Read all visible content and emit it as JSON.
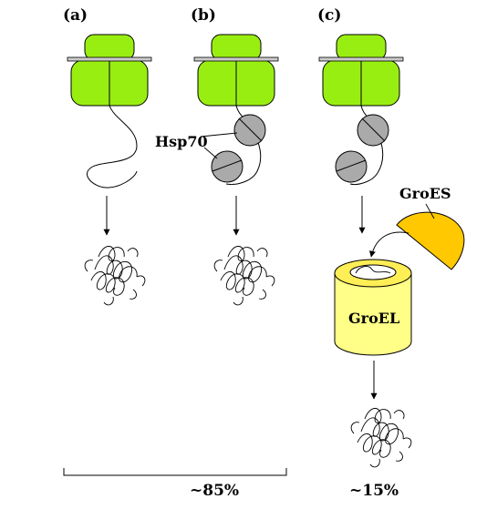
{
  "panels": {
    "a": {
      "label": "(a)"
    },
    "b": {
      "label": "(b)"
    },
    "c": {
      "label": "(c)"
    }
  },
  "labels": {
    "hsp70": "Hsp70",
    "groes": "GroES",
    "groel": "GroEL"
  },
  "percentages": {
    "ribosome_alone_and_hsp70": "~85%",
    "groel_dependent": "~15%"
  },
  "colors": {
    "ribosome": "#99ee11",
    "hsp70": "#aaaaaa",
    "groes": "#ffc800",
    "groel_body": "#ffff88",
    "groel_rim": "#ffee55"
  }
}
